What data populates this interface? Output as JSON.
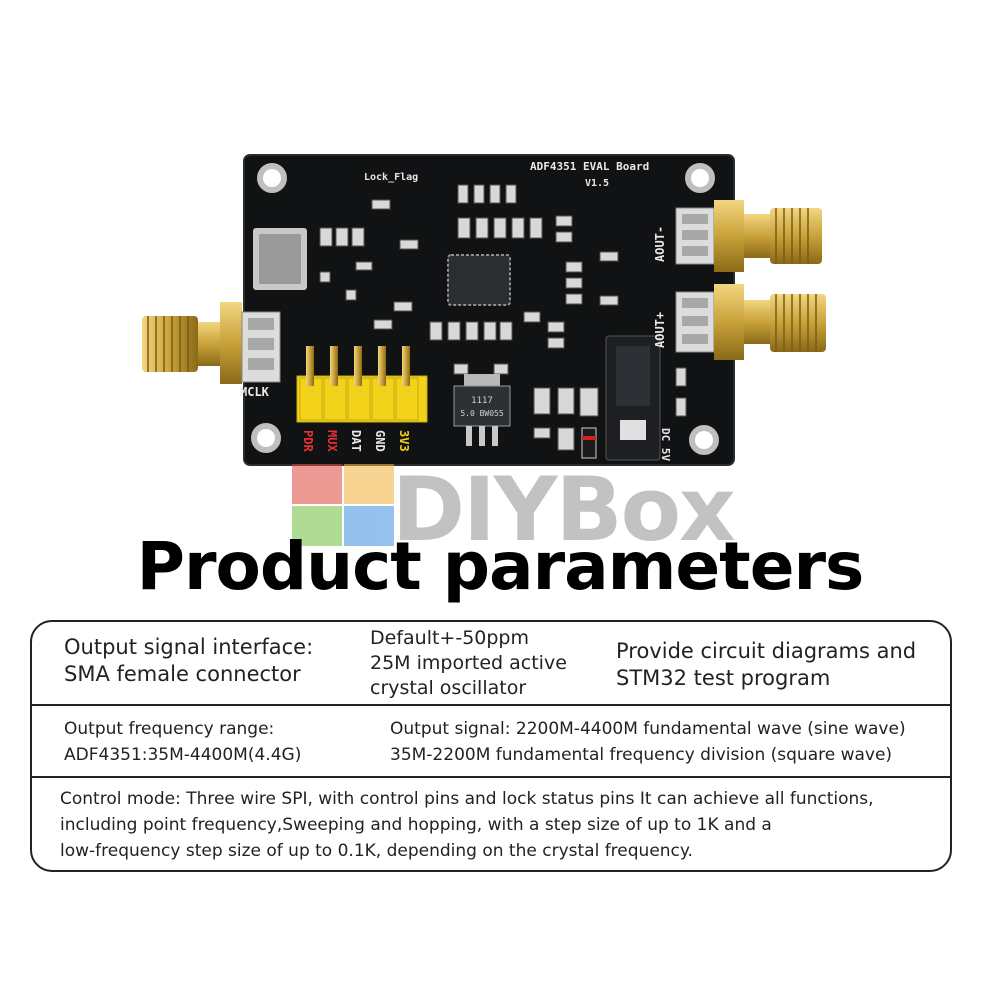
{
  "board": {
    "title": "ADF4351 EVAL Board",
    "version": "V1.5",
    "lock_flag": "Lock_Flag",
    "port_aout_minus": "AOUT-",
    "port_aout_plus": "AOUT+",
    "port_mclk": "MCLK",
    "power_label": "DC 5V",
    "regulator_line1": "1117",
    "regulator_line2": "5.0 BW055",
    "header_pins": [
      "PDR",
      "MUX",
      "DAT",
      "GND",
      "3V3"
    ],
    "colors": {
      "pcb": "#101214",
      "silk": "#e8e8e8",
      "gold": "#c9a23a",
      "header": "#f3d21c"
    }
  },
  "watermark": {
    "brand": "DIYBox"
  },
  "headline": "Product parameters",
  "params": {
    "row1": {
      "col1": [
        "Output signal interface:",
        "SMA female connector"
      ],
      "col2": [
        "Default+-50ppm",
        "25M imported active",
        "crystal oscillator"
      ],
      "col3": [
        "Provide circuit diagrams and",
        "STM32 test program"
      ]
    },
    "row2": {
      "col1": [
        "Output frequency range:",
        "ADF4351:35M-4400M(4.4G)"
      ],
      "col2": [
        "Output signal: 2200M-4400M fundamental wave (sine wave)",
        "35M-2200M fundamental frequency division (square wave)"
      ]
    },
    "row3": {
      "col1": [
        "Control mode: Three wire SPI, with control pins and lock status pins It can achieve all functions,",
        "including point frequency,Sweeping and hopping, with a step size of up to 1K and a",
        "low-frequency step size of up to 0.1K, depending on the crystal frequency."
      ]
    }
  }
}
